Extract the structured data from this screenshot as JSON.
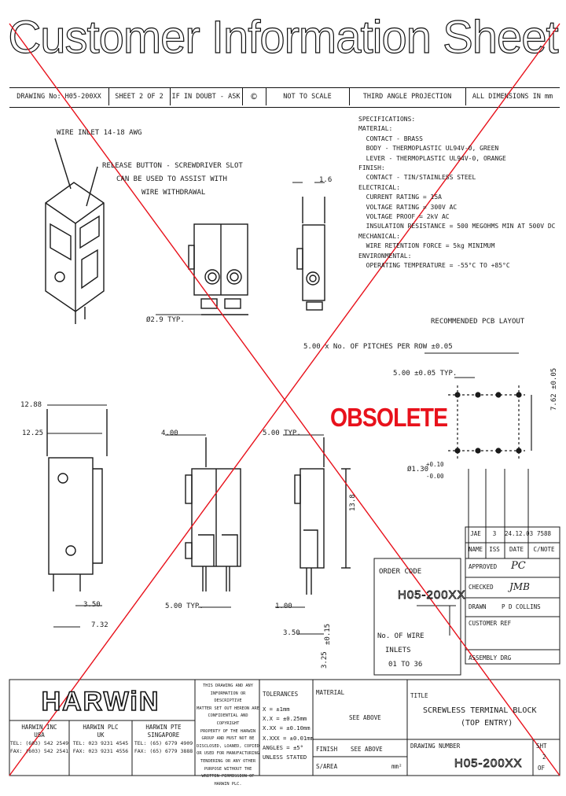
{
  "title": "Customer Information Sheet",
  "status_stamp": "OBSOLETE",
  "header": {
    "drawing_no": "DRAWING No: H05-200XX",
    "sheet": "SHEET 2 OF 2",
    "doubt": "IF IN DOUBT - ASK",
    "projection_symbol": "©",
    "scale": "NOT TO SCALE",
    "projection": "THIRD ANGLE PROJECTION",
    "dimensions": "ALL DIMENSIONS IN mm"
  },
  "callouts": {
    "wire_inlet": "WIRE INLET 14-18 AWG",
    "release_1": "RELEASE BUTTON - SCREWDRIVER SLOT",
    "release_2": "CAN BE USED TO ASSIST WITH",
    "release_3": "WIRE WITHDRAWAL",
    "dim_16": "1.6",
    "dim_dia": "Ø2.9 TYP.",
    "dim_1288": "12.88",
    "dim_1225": "12.25",
    "dim_400": "4.00",
    "dim_500typ": "5.00 TYP.",
    "dim_138": "13.8",
    "dim_350": "3.50",
    "dim_732": "7.32",
    "dim_500typ2": "5.00 TYP.",
    "dim_100": "1.00",
    "dim_350b": "3.50",
    "dim_015": "±0.15",
    "dim_325": "3.25",
    "recommended": "RECOMMENDED PCB LAYOUT",
    "pitches": "5.00 x No. OF PITCHES PER ROW ±0.05",
    "pitch_typ": "5.00 ±0.05 TYP.",
    "pad_dia": "Ø1.30",
    "pad_tol_plus": "+0.10",
    "pad_tol_minus": "-0.00",
    "vertical_pitch": "7.62 ±0.05"
  },
  "specifications": [
    "SPECIFICATIONS:",
    "MATERIAL:",
    "  CONTACT - BRASS",
    "  BODY - THERMOPLASTIC UL94V-0, GREEN",
    "  LEVER - THERMOPLASTIC UL94V-0, ORANGE",
    "FINISH:",
    "  CONTACT - TIN/STAINLESS STEEL",
    "ELECTRICAL:",
    "  CURRENT RATING = 15A",
    "  VOLTAGE RATING = 300V AC",
    "  VOLTAGE PROOF = 2kV AC",
    "  INSULATION RESISTANCE = 500 MEGOHMS MIN AT 500V DC",
    "MECHANICAL:",
    "  WIRE RETENTION FORCE = 5kg MINIMUM",
    "ENVIRONMENTAL:",
    "  OPERATING TEMPERATURE = -55°C TO +85°C"
  ],
  "order_code": {
    "label": "ORDER CODE",
    "code": "H05-200XX",
    "wires_1": "No. OF WIRE",
    "wires_2": "INLETS",
    "wires_3": "01 TO 36"
  },
  "revision": {
    "cells": [
      "JAE",
      "3",
      "24.12.03",
      "7588"
    ],
    "headers": [
      "NAME",
      "ISS",
      "DATE",
      "C/NOTE"
    ],
    "approved": "APPROVED",
    "checked": "CHECKED",
    "drawn": "DRAWN",
    "drawn_by": "P D COLLINS",
    "customer_ref": "CUSTOMER REF",
    "assembly": "ASSEMBLY DRG",
    "approved_sig": "PC",
    "checked_sig": "JMB"
  },
  "company": {
    "logo": "HARWiN",
    "legal": [
      "THIS DRAWING AND ANY",
      "INFORMATION OR DESCRIPTIVE",
      "MATTER SET OUT HEREON ARE",
      "CONFIDENTIAL AND COPYRIGHT",
      "PROPERTY OF THE HARWIN",
      "GROUP AND MUST NOT BE",
      "DISCLOSED, LOANED, COPIED",
      "OR USED FOR MANUFACTURING",
      "TENDERING OR ANY OTHER",
      "PURPOSE WITHOUT THE",
      "WRITTEN PERMISSION OF",
      "HARWIN PLC."
    ],
    "offices": [
      {
        "name": "HARWIN INC",
        "country": "USA",
        "tel": "TEL: (603) 542 2549",
        "fax": "FAX: (603) 542 2541"
      },
      {
        "name": "HARWIN PLC",
        "country": "UK",
        "tel": "TEL: 023 9231 4545",
        "fax": "FAX: 023 9231 4556"
      },
      {
        "name": "HARWIN PTE",
        "country": "SINGAPORE",
        "tel": "TEL: (65) 6779 4909",
        "fax": "FAX: (65) 6779 3888"
      }
    ]
  },
  "tolerances": {
    "label": "TOLERANCES",
    "lines": [
      "X = ±1mm",
      "X.X = ±0.25mm",
      "X.XX = ±0.10mm",
      "X.XXX = ±0.01mm",
      "ANGLES = ±5°",
      "UNLESS STATED"
    ]
  },
  "material": {
    "label": "MATERIAL",
    "value": "SEE ABOVE"
  },
  "finish": {
    "label": "FINISH",
    "value": "SEE ABOVE"
  },
  "s_area": {
    "label": "S/AREA",
    "unit": "mm²"
  },
  "title_block": {
    "label": "TITLE",
    "line1": "SCREWLESS TERMINAL BLOCK",
    "line2": "(TOP ENTRY)",
    "drawing_number_label": "DRAWING NUMBER",
    "drawing_number": "H05-200XX",
    "sheet_label": "SHT",
    "sheet_value": "2",
    "of_label": "OF"
  },
  "colors": {
    "stamp": "#e8111b",
    "cross": "#e8111b",
    "ink": "#1a1a1a"
  }
}
